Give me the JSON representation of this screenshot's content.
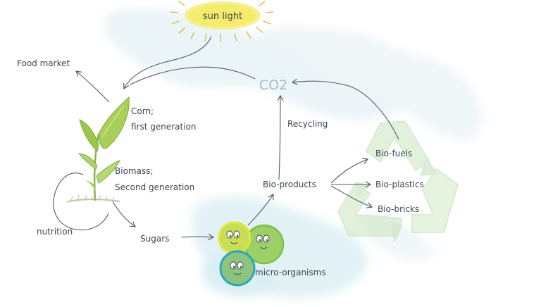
{
  "diagram": {
    "sun_label": "sun light",
    "co2_label": "CO2",
    "food_market_label": "Food market",
    "corn_label_line1": "Corn;",
    "corn_label_line2": "first generation",
    "biomass_label_line1": "Biomass;",
    "biomass_label_line2": "Second generation",
    "nutrition_label": "nutrition",
    "sugars_label": "Sugars",
    "microorganisms_label": "micro-organisms",
    "bioproducts_label": "Bio-products",
    "recycling_label": "Recycling",
    "biofuels_label": "Bio-fuels",
    "bioplastics_label": "Bio-plastics",
    "biobricks_label": "Bio-bricks"
  },
  "colors": {
    "ink": "#555b63",
    "text": "#3d4652",
    "sun_yellow": "#f6ee84",
    "sun_rays": "#d8b443",
    "leaf_green": "#9fc84e",
    "watercolor_blue": "#cfe8ef",
    "recycle_green": "#cfe8c4",
    "microbe_yellow": "#e0e63a",
    "microbe_green": "#7bbf46",
    "microbe_teal": "#2aa8b8"
  },
  "icons": {
    "sun": "sun-icon",
    "plant": "plant-icon",
    "recycle": "recycle-icon",
    "microbes": "microbe-icon"
  }
}
